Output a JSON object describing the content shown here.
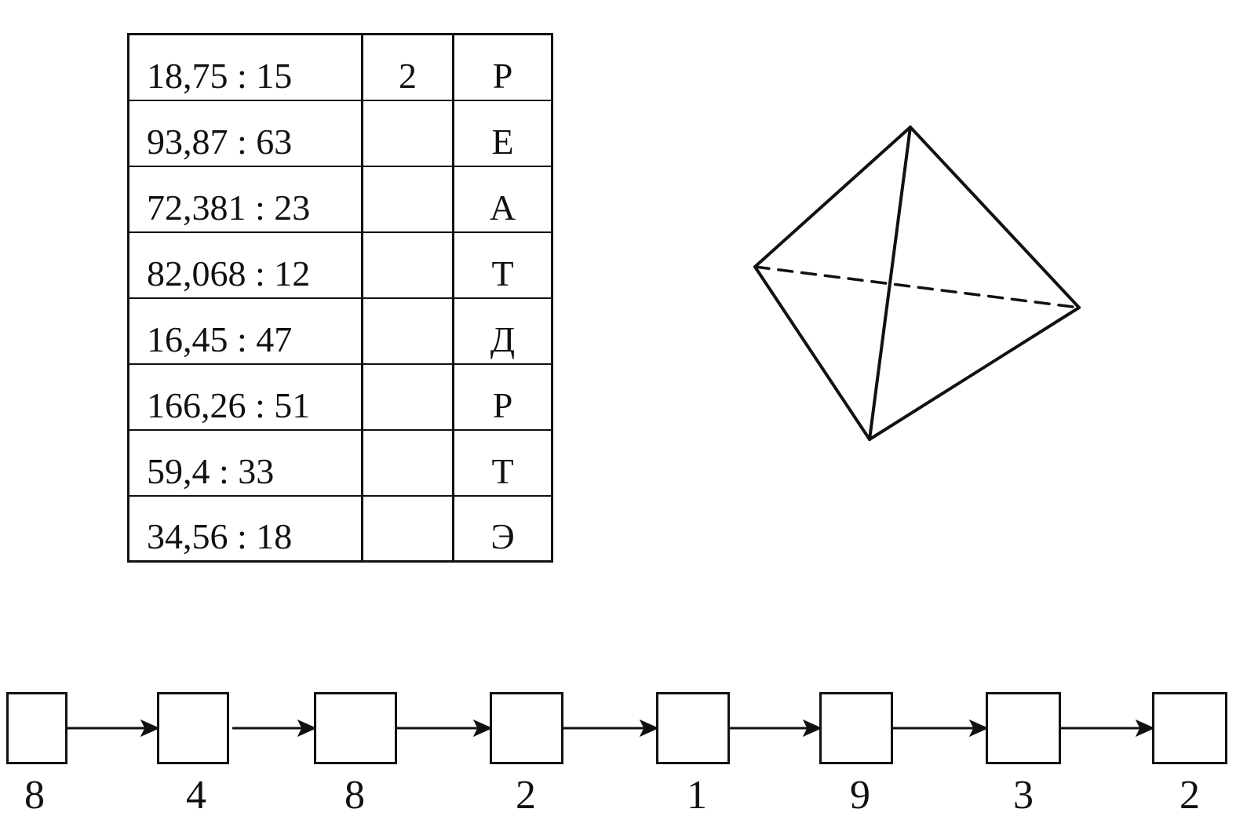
{
  "table": {
    "rows": [
      {
        "expression": "18,75 : 15",
        "answer": "2",
        "letter": "Р"
      },
      {
        "expression": "93,87 : 63",
        "answer": "",
        "letter": "Е"
      },
      {
        "expression": "72,381 : 23",
        "answer": "",
        "letter": "А"
      },
      {
        "expression": "82,068 : 12",
        "answer": "",
        "letter": "Т"
      },
      {
        "expression": "16,45 : 47",
        "answer": "",
        "letter": "Д"
      },
      {
        "expression": "166,26 : 51",
        "answer": "",
        "letter": "Р"
      },
      {
        "expression": "59,4 : 33",
        "answer": "",
        "letter": "Т"
      },
      {
        "expression": "34,56 : 18",
        "answer": "",
        "letter": "Э"
      }
    ]
  },
  "chain": {
    "labels": [
      "8",
      "4",
      "8",
      "2",
      "1",
      "9",
      "3",
      "2"
    ]
  }
}
